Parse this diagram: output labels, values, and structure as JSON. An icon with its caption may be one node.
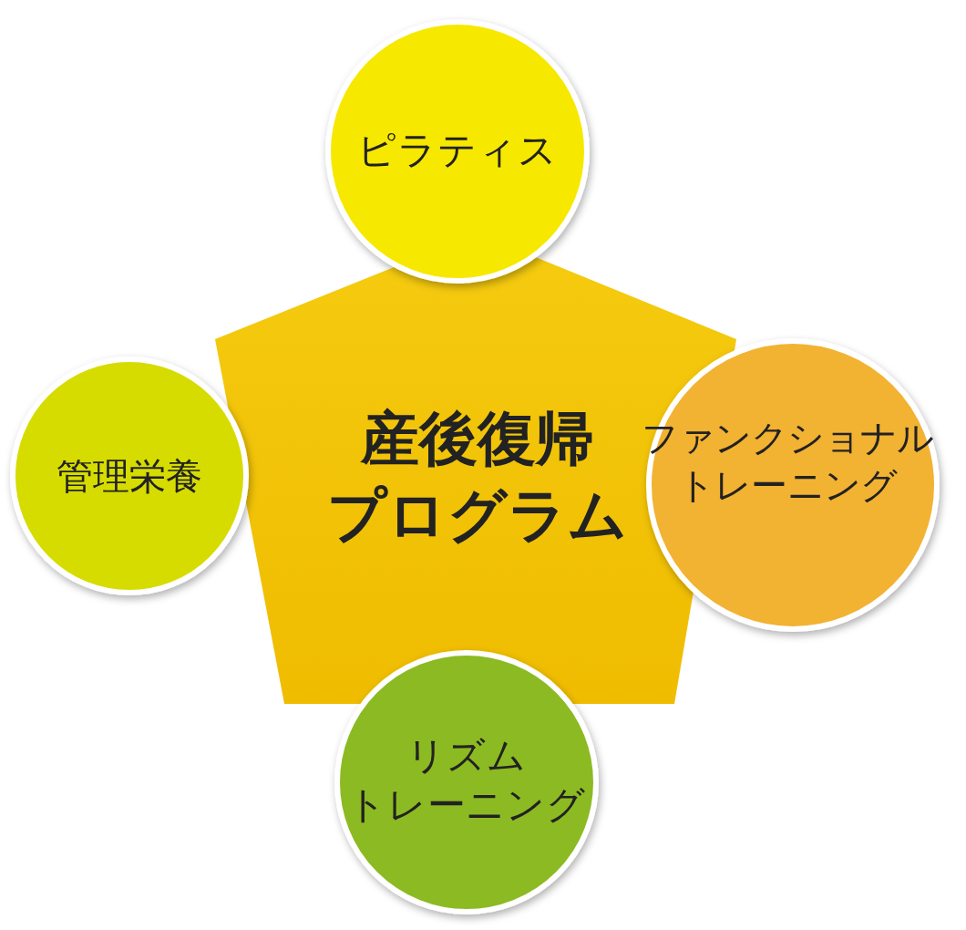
{
  "diagram": {
    "nodes": [
      {
        "text": [
          "産後復帰プログラム"
        ]
      },
      {
        "text": [
          "ピラティス"
        ]
      },
      {
        "text": [
          "管理栄養"
        ]
      },
      {
        "text": [
          "ファンクショナルトレーニング"
        ]
      },
      {
        "text": [
          "リズムトレーニング"
        ]
      }
    ]
  }
}
